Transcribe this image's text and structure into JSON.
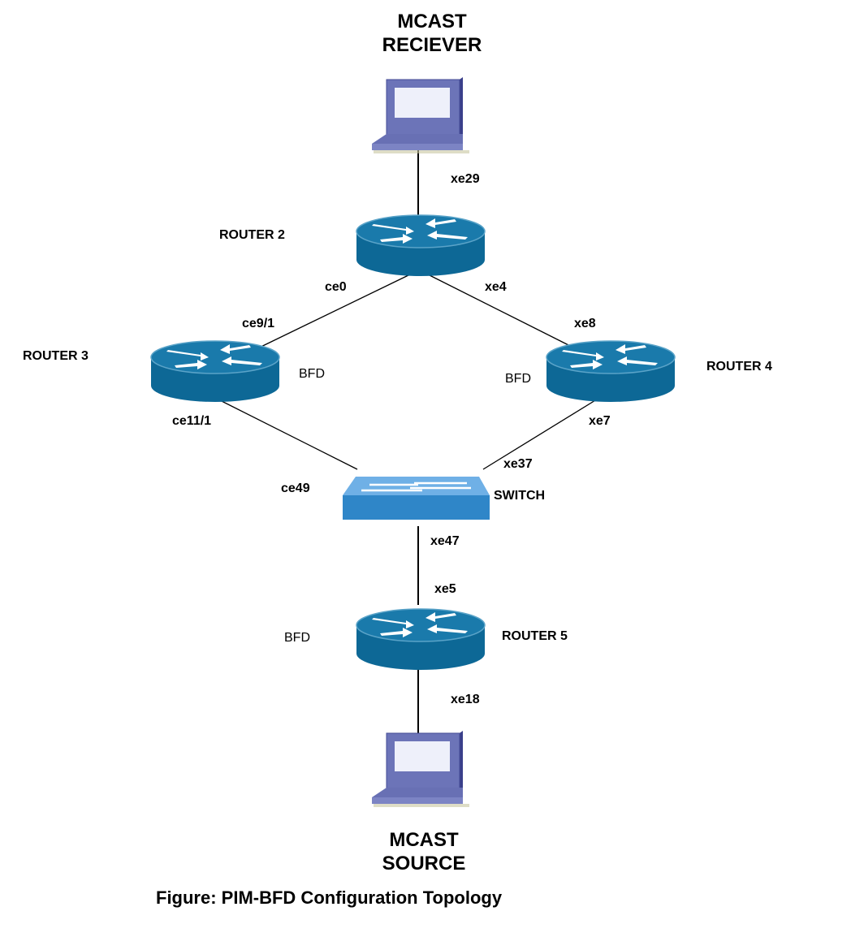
{
  "receiver": {
    "title_line1": "MCAST",
    "title_line2": "RECIEVER"
  },
  "source": {
    "title_line1": "MCAST",
    "title_line2": "SOURCE"
  },
  "routers": {
    "r2": "ROUTER 2",
    "r3": "ROUTER 3",
    "r4": "ROUTER 4",
    "r5": "ROUTER 5"
  },
  "switch": "SWITCH",
  "interfaces": {
    "xe29": "xe29",
    "ce0": "ce0",
    "xe4": "xe4",
    "ce9_1": "ce9/1",
    "xe8": "xe8",
    "ce11_1": "ce11/1",
    "xe7": "xe7",
    "xe37": "xe37",
    "ce49": "ce49",
    "xe47": "xe47",
    "xe5": "xe5",
    "xe18": "xe18"
  },
  "bfd": {
    "r3": "BFD",
    "r4": "BFD",
    "r5": "BFD"
  },
  "caption": "Figure: PIM-BFD Configuration Topology",
  "colors": {
    "router": "#0e6b98",
    "router_top": "#1a7fb0",
    "switch": "#3d8fd0",
    "computer": "#5a64a8"
  }
}
